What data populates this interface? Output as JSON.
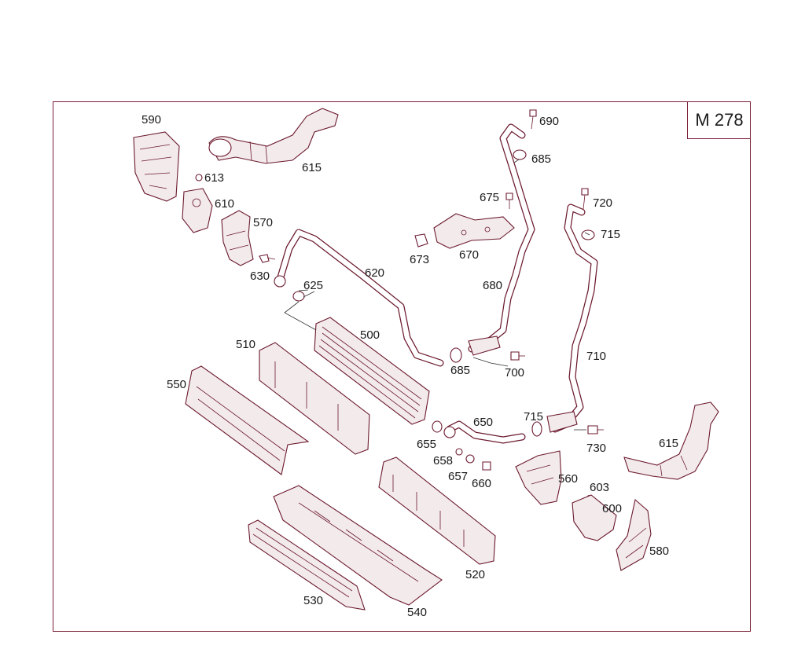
{
  "engine_code": "M 278",
  "labels": {
    "l590": "590",
    "l613": "613",
    "l610": "610",
    "l570": "570",
    "l615a": "615",
    "l630": "630",
    "l625": "625",
    "l620": "620",
    "l690": "690",
    "l685a": "685",
    "l675": "675",
    "l673": "673",
    "l670": "670",
    "l680": "680",
    "l720": "720",
    "l715a": "715",
    "l510": "510",
    "l500": "500",
    "l685b": "685",
    "l700": "700",
    "l710": "710",
    "l550": "550",
    "l650": "650",
    "l715b": "715",
    "l655": "655",
    "l730": "730",
    "l615b": "615",
    "l658": "658",
    "l657": "657",
    "l660": "660",
    "l560": "560",
    "l603": "603",
    "l600": "600",
    "l580": "580",
    "l520": "520",
    "l530": "530",
    "l540": "540"
  },
  "colors": {
    "frame": "#7a1f35",
    "line_art": "#6b1a2d",
    "text": "#1a1a1a"
  }
}
